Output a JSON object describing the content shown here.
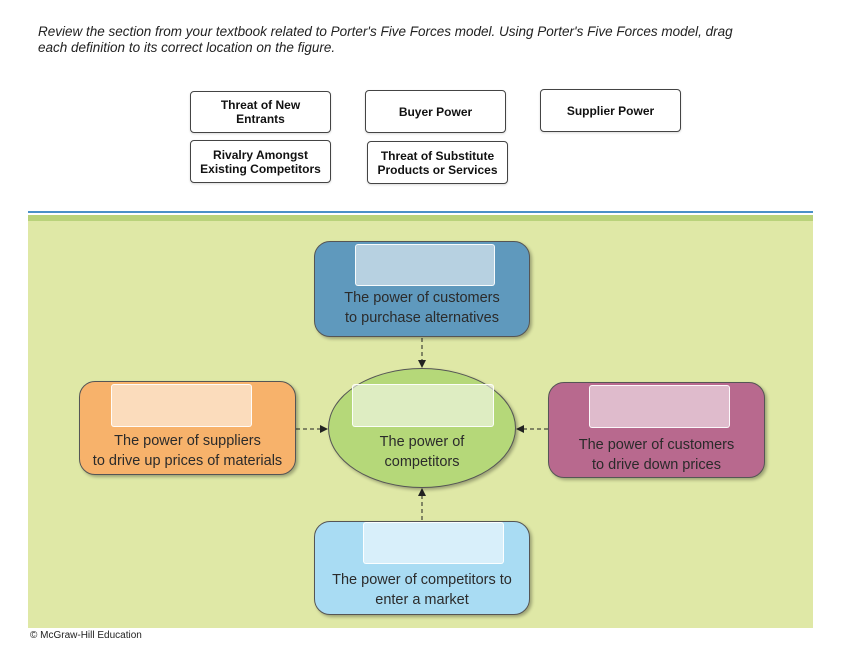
{
  "instructions": "Review the section from your textbook related to Porter's Five Forces model. Using Porter's Five Forces model, drag each definition to its correct location on the figure.",
  "chips": [
    {
      "label": "Threat of New Entrants"
    },
    {
      "label": "Buyer Power"
    },
    {
      "label": "Supplier Power"
    },
    {
      "label": "Rivalry Amongst Existing Competitors"
    },
    {
      "label": "Threat of Substitute Products or Services"
    }
  ],
  "nodes": {
    "top": {
      "line1": "The power of customers",
      "line2": "to purchase alternatives",
      "color": "#5f99bd"
    },
    "left": {
      "line1": "The power of suppliers",
      "line2": "to drive up prices of materials",
      "color": "#f7b26b"
    },
    "center": {
      "line1": "The power of",
      "line2": "competitors",
      "color": "#b5d879"
    },
    "right": {
      "line1": "The power of customers",
      "line2": "to drive down prices",
      "color": "#b8698e"
    },
    "bottom": {
      "line1": "The power of competitors to",
      "line2": "enter a market",
      "color": "#a9dcf3"
    }
  },
  "footer": "© McGraw-Hill Education"
}
